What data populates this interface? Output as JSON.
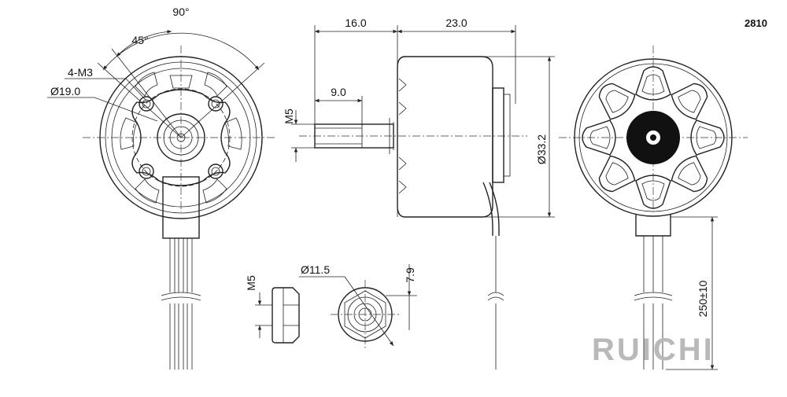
{
  "model": "2810",
  "brand": "RUICHI",
  "dimensions": {
    "angle_outer": "90°",
    "angle_inner": "45°",
    "mount_holes": "4-M3",
    "mount_circle": "Ø19.0",
    "shaft_length": "16.0",
    "body_length": "23.0",
    "shaft_flat": "9.0",
    "shaft_thread": "M5",
    "body_diameter": "Ø33.2",
    "nut_thread": "M5",
    "nut_diameter": "Ø11.5",
    "nut_height": "7.9",
    "lead_length": "250±10"
  },
  "colors": {
    "line": "#222222",
    "hub": "#111111",
    "brand": "#b9b9b9"
  }
}
